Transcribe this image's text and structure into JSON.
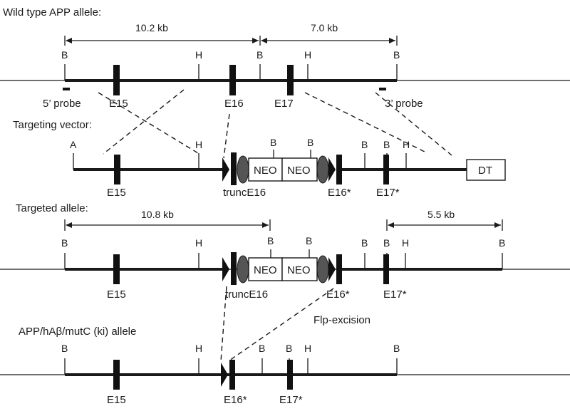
{
  "sections": {
    "wild_type": "Wild type APP allele:",
    "vector": "Targeting vector:",
    "targeted": "Targeted allele:",
    "ki": "APP/hAβ/mutC (ki) allele"
  },
  "measurements": {
    "wt_left": "10.2 kb",
    "wt_right": "7.0 kb",
    "targeted_left": "10.8 kb",
    "targeted_right": "5.5 kb"
  },
  "probes": {
    "five_prime": "5’ probe",
    "three_prime": "3’ probe"
  },
  "exons": {
    "e15": "E15",
    "e16": "E16",
    "e17": "E17",
    "trunc_e16": "truncE16",
    "e16_star": "E16*",
    "e17_star": "E17*"
  },
  "sites": {
    "bamhi": "B",
    "hindiii": "H",
    "a": "A"
  },
  "boxes": {
    "neo": "NEO",
    "dt": "DT"
  },
  "annotations": {
    "flp": "Flp-excision"
  }
}
